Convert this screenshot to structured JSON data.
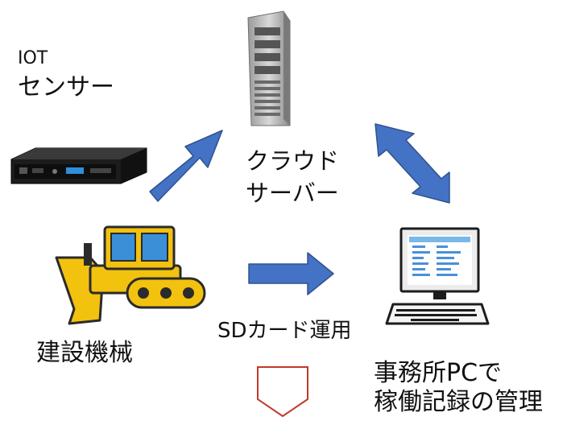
{
  "labels": {
    "iot": "IOT",
    "sensor": "センサー",
    "cloud_line1": "クラウド",
    "cloud_line2": "サーバー",
    "sd": "SDカード運用",
    "machine": "建設機械",
    "pc_line1": "事務所PCで",
    "pc_line2": "稼働記録の管理"
  },
  "colors": {
    "arrow": "#4472c4",
    "arrow_stroke": "#2f528f",
    "shield_stroke": "#c0392b",
    "dozer_yellow": "#f2c20f",
    "dozer_cab": "#3a8fd6"
  },
  "icons": [
    "sensor-device-icon",
    "cloud-server-icon",
    "construction-machine-icon",
    "office-pc-icon"
  ]
}
